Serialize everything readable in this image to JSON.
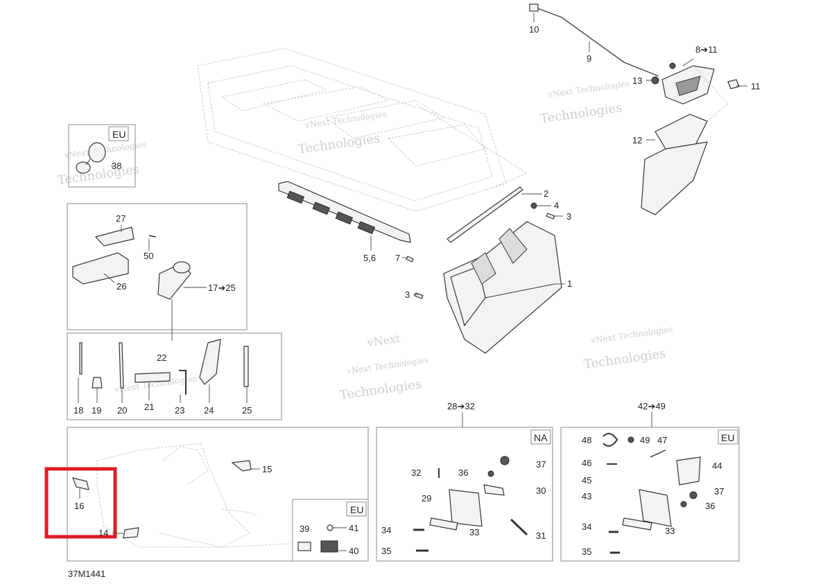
{
  "diagram_code": "37M1441",
  "region_tags": {
    "eu_top_left": "EU",
    "na_mid": "NA",
    "eu_mid_right": "EU",
    "eu_bottom_small": "EU"
  },
  "watermark": {
    "line1": "vNext Technologies",
    "line2": "Technologies",
    "line3": "vNext"
  },
  "highlight_color": "#e01b24",
  "callouts": {
    "c1": "1",
    "c2": "2",
    "c3a": "3",
    "c3b": "3",
    "c4": "4",
    "c56": "5,6",
    "c7": "7",
    "c8": "8➔11",
    "c9": "9",
    "c10": "10",
    "c11": "11",
    "c12": "12",
    "c13": "13",
    "c14": "14",
    "c15": "15",
    "c16": "16",
    "c17": "17➔25",
    "c18": "18",
    "c19": "19",
    "c20": "20",
    "c21": "21",
    "c22": "22",
    "c23": "23",
    "c24": "24",
    "c25": "25",
    "c26": "26",
    "c27": "27",
    "c28": "28➔32",
    "c29": "29",
    "c30": "30",
    "c31": "31",
    "c32": "32",
    "c33a": "33",
    "c33b": "33",
    "c34a": "34",
    "c34b": "34",
    "c35a": "35",
    "c35b": "35",
    "c36a": "36",
    "c36b": "36",
    "c37a": "37",
    "c37b": "37",
    "c38": "38",
    "c39": "39",
    "c40": "40",
    "c41": "41",
    "c42": "42➔49",
    "c43": "43",
    "c44": "44",
    "c45": "45",
    "c46": "46",
    "c47": "47",
    "c48": "48",
    "c49": "49",
    "c50": "50"
  }
}
